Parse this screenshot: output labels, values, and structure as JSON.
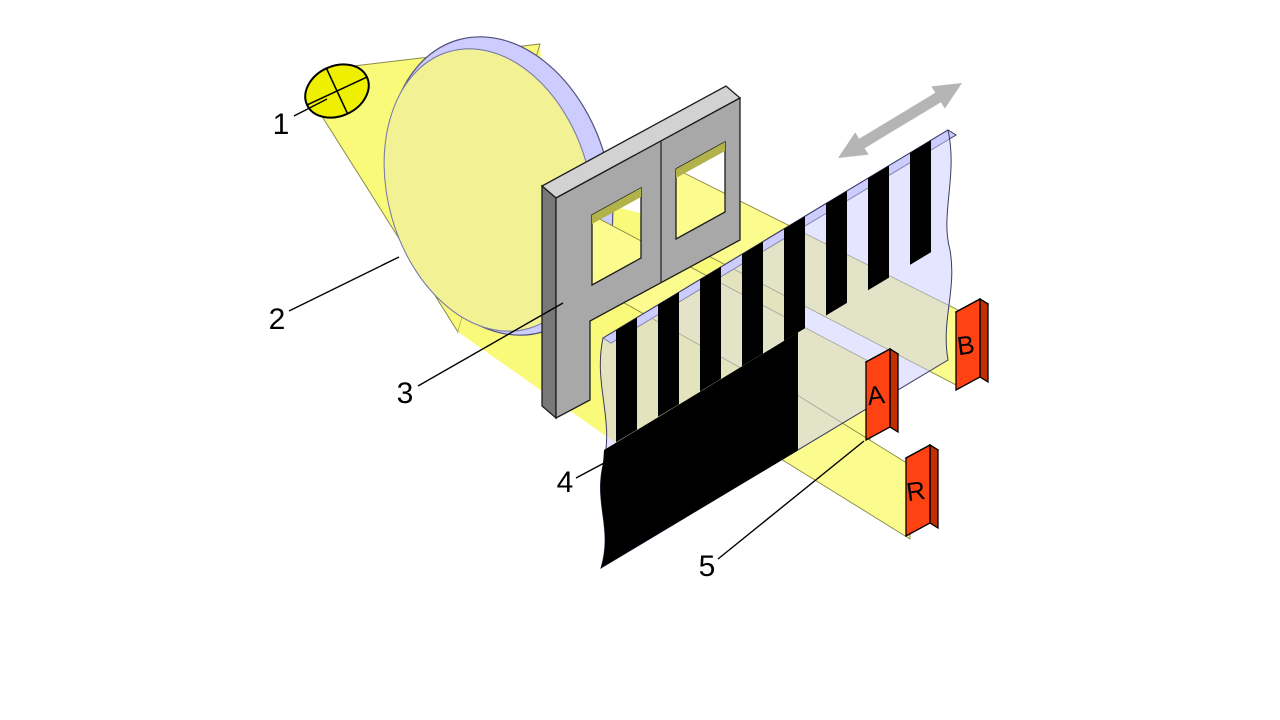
{
  "callouts": {
    "light_source": "1",
    "lens": "2",
    "mask": "3",
    "code_strip": "4",
    "detector": "5"
  },
  "detectors": {
    "a": "A",
    "b": "B",
    "index": "R"
  },
  "colors": {
    "beam": "#FAFA7A",
    "beam_pale": "#FBFB8E",
    "bulb": "#EFEF00",
    "lens_rim": "#CCCCFF",
    "lens_glass": "#F2F295",
    "strip_film": "#CCCCFF",
    "stripe": "#000000",
    "mask_front": "#A8A8A8",
    "mask_top": "#D2D2D2",
    "mask_side": "#787878",
    "detector_front": "#FF4212",
    "detector_top": "#FF8A55",
    "detector_side": "#C22F00",
    "arrow": "#B5B5B5",
    "ink": "#000000"
  }
}
